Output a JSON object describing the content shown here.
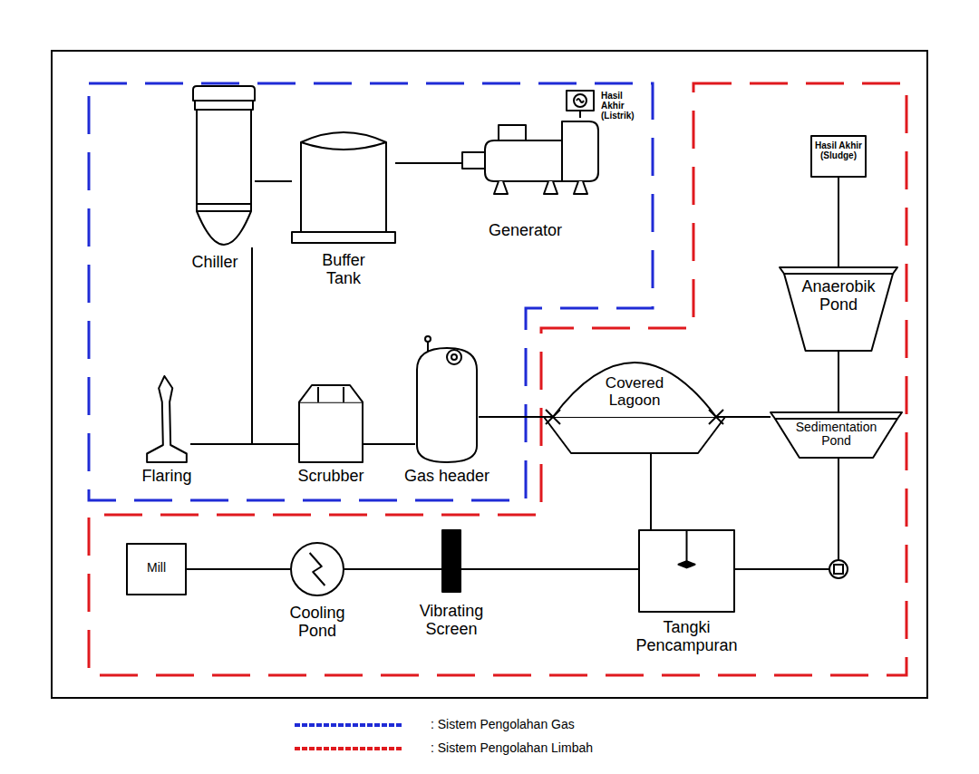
{
  "diagram": {
    "nodes": [
      {
        "text": [
          "Chiller"
        ]
      },
      {
        "text": [
          "Buffer Tank"
        ]
      },
      {
        "text": [
          "Generator"
        ]
      },
      {
        "text": [
          "Hasil Akhir (Listrik)"
        ]
      },
      {
        "text": [
          "Flaring"
        ]
      },
      {
        "text": [
          "Scrubber"
        ]
      },
      {
        "text": [
          "Gas header"
        ]
      },
      {
        "text": [
          "Covered Lagoon"
        ]
      },
      {
        "text": [
          "Hasil Akhir (Sludge)"
        ]
      },
      {
        "text": [
          "Anaerobik Pond"
        ]
      },
      {
        "text": [
          "Sedimentation Pond"
        ]
      },
      {
        "text": [
          "Mill"
        ]
      },
      {
        "text": [
          "Cooling Pond"
        ]
      },
      {
        "text": [
          "Vibrating Screen"
        ]
      },
      {
        "text": [
          "Tangki Pencampuran"
        ]
      }
    ],
    "edges": [
      {
        "from": 11,
        "to": 12,
        "arrow": "none"
      },
      {
        "from": 12,
        "to": 13,
        "arrow": "none"
      },
      {
        "from": 13,
        "to": 14,
        "arrow": "none"
      },
      {
        "from": 14,
        "to": 7,
        "arrow": "none"
      },
      {
        "from": 14,
        "to": 10,
        "arrow": "none"
      },
      {
        "from": 7,
        "to": 10,
        "arrow": "none"
      },
      {
        "from": 10,
        "to": 9,
        "arrow": "none"
      },
      {
        "from": 9,
        "to": 8,
        "arrow": "none"
      },
      {
        "from": 7,
        "to": 6,
        "arrow": "none"
      },
      {
        "from": 6,
        "to": 5,
        "arrow": "none"
      },
      {
        "from": 5,
        "to": 0,
        "arrow": "none"
      },
      {
        "from": 5,
        "to": 4,
        "arrow": "none"
      },
      {
        "from": 0,
        "to": 1,
        "arrow": "none"
      },
      {
        "from": 1,
        "to": 2,
        "arrow": "none"
      },
      {
        "from": 2,
        "to": 3,
        "arrow": "none"
      }
    ],
    "legend": [
      {
        "text": ": Sistem Pengolahan Gas"
      },
      {
        "text": ": Sistem Pengolahan Limbah"
      }
    ]
  }
}
